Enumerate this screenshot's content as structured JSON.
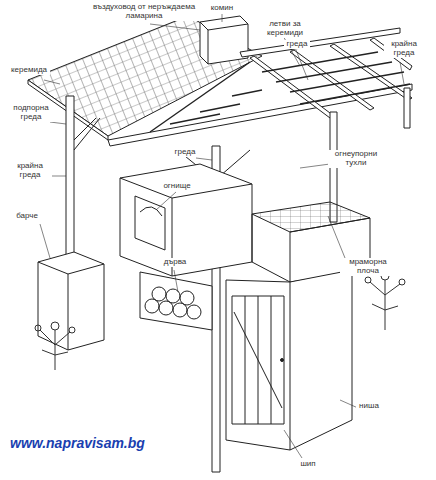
{
  "diagram": {
    "labels": [
      "комин",
      "въздуховод от неръждаема ламарина",
      "летви за керемиди",
      "греда",
      "крайна греда",
      "керемида",
      "подпорна греда",
      "греда",
      "огнеупорни тухли",
      "огнище",
      "крайна греда",
      "барче",
      "дърва",
      "мраморна плоча",
      "ниша",
      "шип",
      "www.napravisam.bg"
    ]
  }
}
